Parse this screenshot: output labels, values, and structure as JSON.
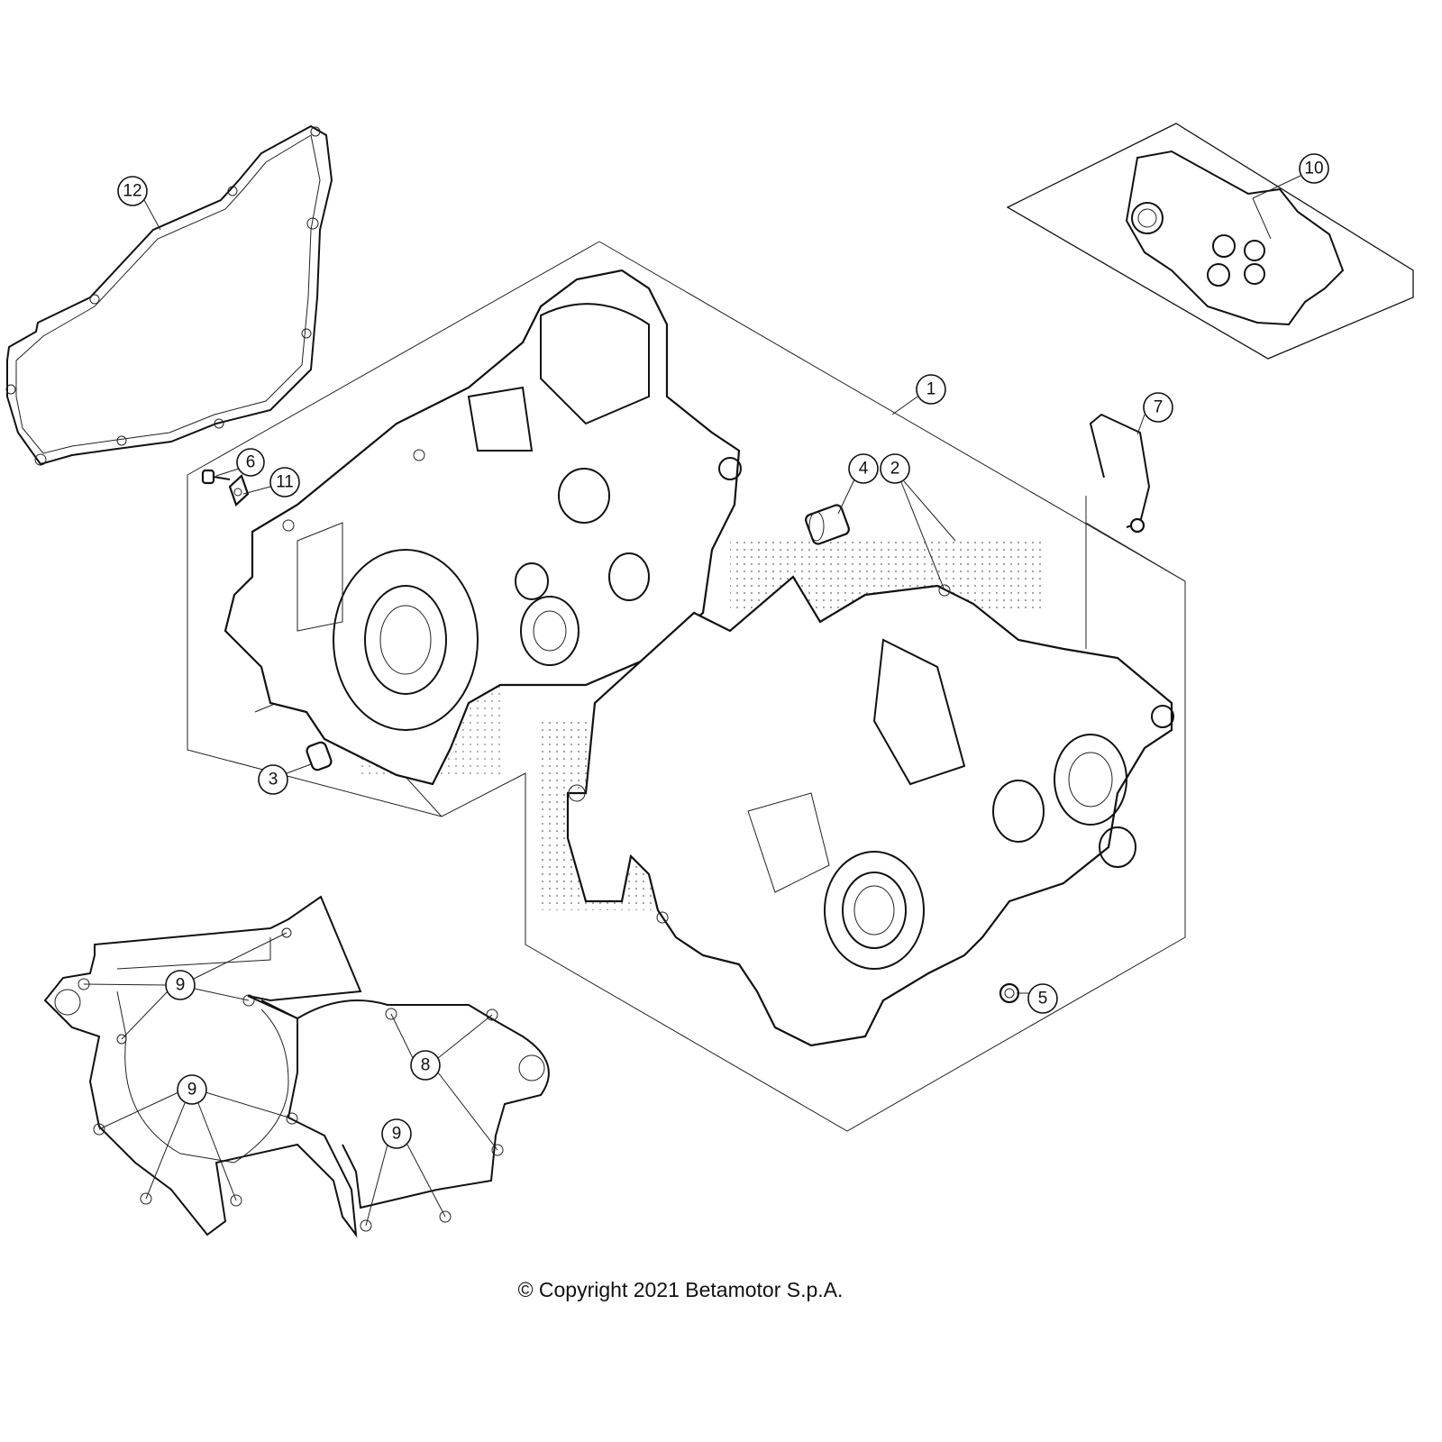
{
  "diagram": {
    "callouts": [
      "12",
      "10",
      "1",
      "7",
      "6",
      "11",
      "4",
      "2",
      "3",
      "5",
      "9",
      "8",
      "9",
      "9"
    ],
    "colors": {
      "line": "#111111",
      "dots": "#9a9a9a",
      "background": "#ffffff"
    }
  },
  "footer": {
    "copyright": "© Copyright 2021 Betamotor S.p.A."
  }
}
